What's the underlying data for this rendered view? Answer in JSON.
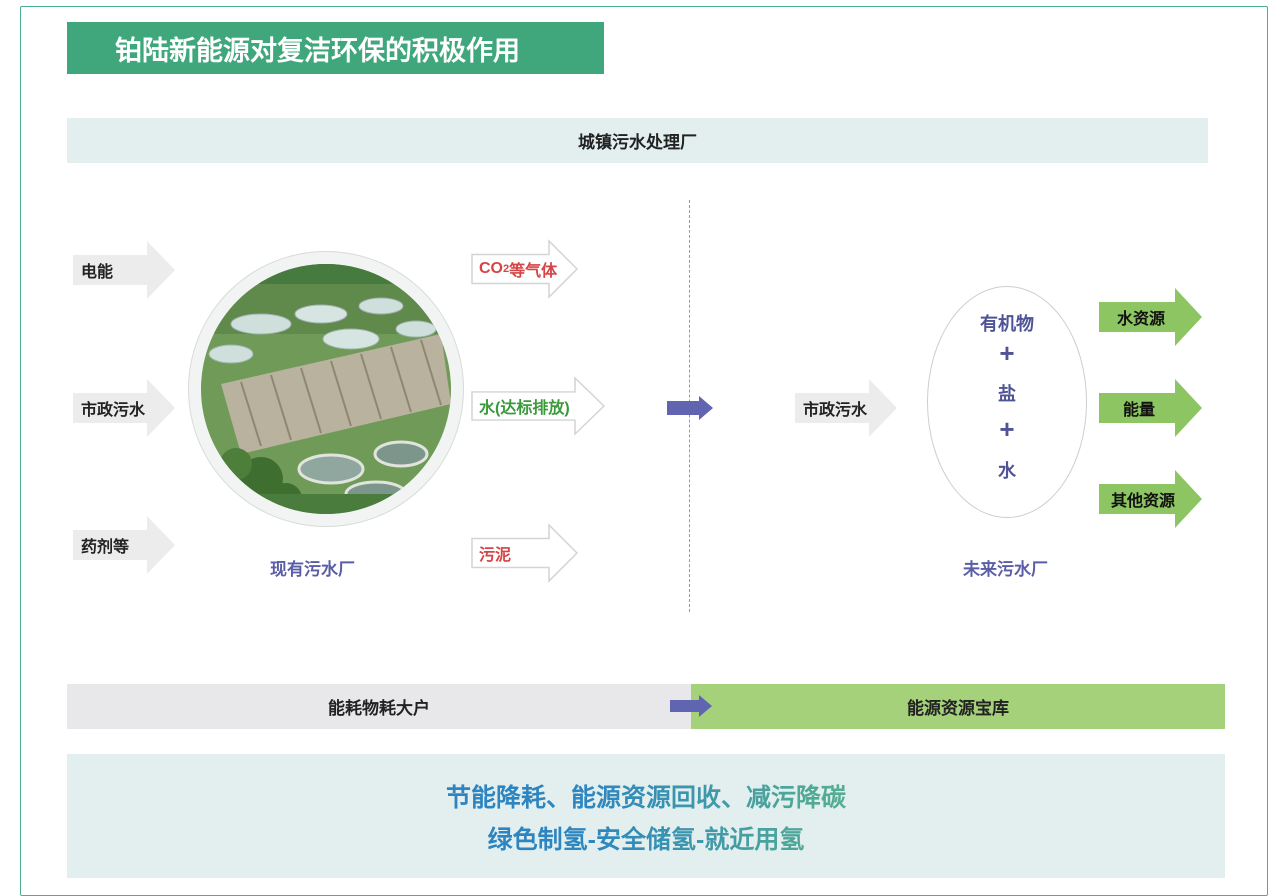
{
  "title": "铂陆新能源对复洁环保的积极作用",
  "header_bar": "城镇污水处理厂",
  "left": {
    "inputs": [
      "电能",
      "市政污水",
      "药剂等"
    ],
    "outputs": [
      {
        "pre": "CO",
        "sub": "2",
        "post": "等气体",
        "color": "#d64545"
      },
      {
        "pre": "水(达标排放)",
        "sub": "",
        "post": "",
        "color": "#3a9a3a"
      },
      {
        "pre": "污泥",
        "sub": "",
        "post": "",
        "color": "#d64545"
      }
    ],
    "caption": "现有污水厂"
  },
  "right": {
    "input": "市政污水",
    "ellipse_items": [
      "有机物",
      "盐",
      "水"
    ],
    "plus": "+",
    "outputs": [
      "水资源",
      "能量",
      "其他资源"
    ],
    "caption": "未来污水厂"
  },
  "bottom_bar": {
    "left": "能耗物耗大户",
    "right": "能源资源宝库"
  },
  "summary": {
    "line1": "节能降耗、能源资源回收、减污降碳",
    "line2": "绿色制氢-安全储氢-就近用氢"
  },
  "colors": {
    "title_bg": "#3fa77b",
    "header_bg": "#e3efee",
    "flow_arrow": "#6164b0",
    "green_arrow": "#8dc563",
    "bottom_right_bg": "#a6d17b",
    "caption": "#5b5ea6"
  }
}
